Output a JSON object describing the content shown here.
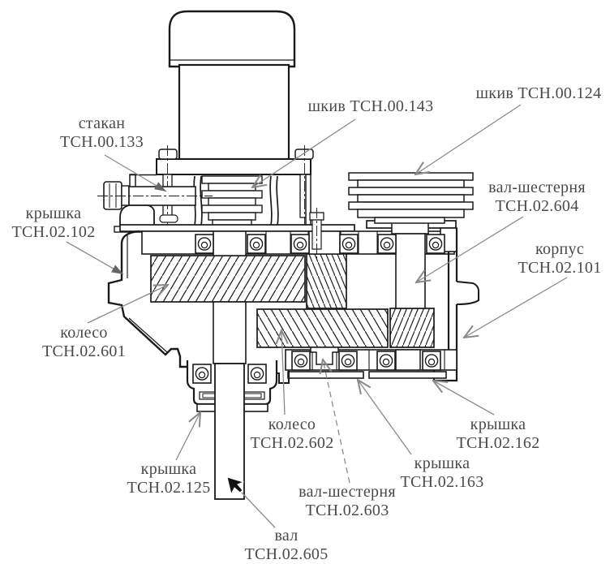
{
  "diagram_type": "engineering-cross-section",
  "colors": {
    "background": "#ffffff",
    "line": "#1a1a1a",
    "leader": "#8a8a8a",
    "label_text": "#4a4a4a"
  },
  "labels": [
    {
      "part": "pulley",
      "name": "шкив",
      "code": "ТСН.00.143"
    },
    {
      "part": "pulley",
      "name": "шкив",
      "code": "ТСН.00.124"
    },
    {
      "part": "cup",
      "name": "стакан",
      "code": "ТСН.00.133"
    },
    {
      "part": "cover",
      "name": "крышка",
      "code": "ТСН.02.102"
    },
    {
      "part": "shaft-gear",
      "name": "вал-шестерня",
      "code": "ТСН.02.604"
    },
    {
      "part": "housing",
      "name": "корпус",
      "code": "ТСН.02.101"
    },
    {
      "part": "wheel",
      "name": "колесо",
      "code": "ТСН.02.601"
    },
    {
      "part": "wheel",
      "name": "колесо",
      "code": "ТСН.02.602"
    },
    {
      "part": "cover",
      "name": "крышка",
      "code": "ТСН.02.162"
    },
    {
      "part": "cover",
      "name": "крышка",
      "code": "ТСН.02.163"
    },
    {
      "part": "cover",
      "name": "крышка",
      "code": "ТСН.02.125"
    },
    {
      "part": "shaft-gear",
      "name": "вал-шестерня",
      "code": "ТСН.02.603"
    },
    {
      "part": "shaft",
      "name": "вал",
      "code": "ТСН.02.605"
    }
  ]
}
